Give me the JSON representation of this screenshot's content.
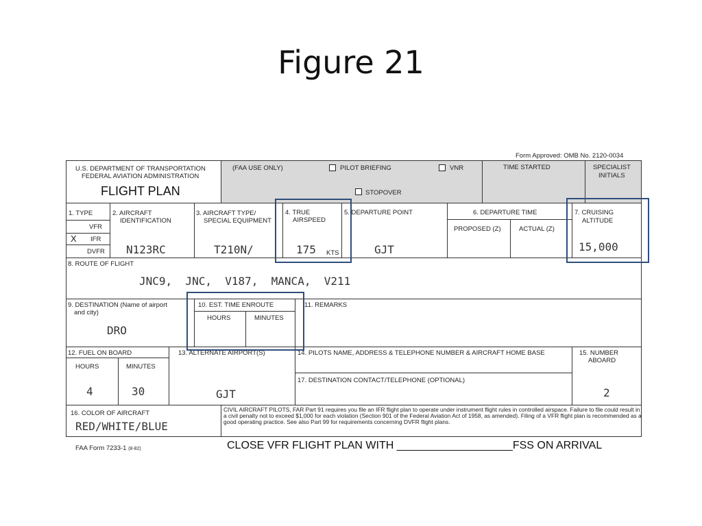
{
  "slide": {
    "title": "Figure 21"
  },
  "form": {
    "approval": "Form Approved: OMB No. 2120-0034",
    "header": {
      "dept": "U.S. DEPARTMENT OF TRANSPORTATION",
      "agency": "FEDERAL AVIATION ADMINISTRATION",
      "title": "FLIGHT PLAN",
      "faa_use": "(FAA USE ONLY)",
      "pilot_briefing": "PILOT BRIEFING",
      "vnr": "VNR",
      "stopover": "STOPOVER",
      "time_started": "TIME STARTED",
      "specialist": "SPECIALIST",
      "initials": "INITIALS"
    },
    "row1": {
      "type_label": "1. TYPE",
      "types": [
        "VFR",
        "IFR",
        "DVFR"
      ],
      "type_mark": "X",
      "aircraft_id_label_1": "2. AIRCRAFT",
      "aircraft_id_label_2": "IDENTIFICATION",
      "aircraft_id": "N123RC",
      "aircraft_type_label_1": "3. AIRCRAFT TYPE/",
      "aircraft_type_label_2": "SPECIAL EQUIPMENT",
      "aircraft_type": "T210N/",
      "airspeed_label_1": "4. TRUE",
      "airspeed_label_2": "AIRSPEED",
      "airspeed": "175",
      "airspeed_unit": "KTS",
      "departure_label": "5. DEPARTURE POINT",
      "departure": "GJT",
      "dep_time_label": "6. DEPARTURE TIME",
      "proposed": "PROPOSED (Z)",
      "actual": "ACTUAL (Z)",
      "altitude_label_1": "7. CRUISING",
      "altitude_label_2": "ALTITUDE",
      "altitude": "15,000"
    },
    "route": {
      "label": "8. ROUTE OF FLIGHT",
      "value": "JNC9,  JNC,  V187,  MANCA,  V211"
    },
    "row3": {
      "dest_label_1": "9. DESTINATION (Name of airport",
      "dest_label_2": "and city)",
      "destination": "DRO",
      "ete_label": "10. EST. TIME ENROUTE",
      "hours": "HOURS",
      "minutes": "MINUTES",
      "remarks_label": "11. REMARKS"
    },
    "row4": {
      "fuel_label": "12. FUEL ON BOARD",
      "fuel_hours_label": "HOURS",
      "fuel_minutes_label": "MINUTES",
      "fuel_hours": "4",
      "fuel_minutes": "30",
      "alternate_label": "13. ALTERNATE AIRPORT(S)",
      "alternate": "GJT",
      "pilot_label": "14. PILOTS NAME, ADDRESS & TELEPHONE NUMBER & AIRCRAFT HOME BASE",
      "dest_contact_label": "17. DESTINATION CONTACT/TELEPHONE (OPTIONAL)",
      "number_aboard_label_1": "15. NUMBER",
      "number_aboard_label_2": "ABOARD",
      "number_aboard": "2"
    },
    "row5": {
      "color_label": "16. COLOR OF AIRCRAFT",
      "color": "RED/WHITE/BLUE",
      "civil_text": "CIVIL AIRCRAFT PILOTS, FAR Part 91 requires you file an IFR flight plan to operate under instrument flight rules in controlled airspace. Failure to file could result in a civil penalty not to exceed $1,000 for each violation (Section 901 of the Federal Aviation Act of 1958, as amended). Filing of a VFR flight plan is recommended as a good operating practice. See also Part 99 for requirements concerning DVFR flight plans."
    },
    "footer": {
      "form_number": "FAA Form 7233-1",
      "form_date": "(8-82)",
      "close_text": "CLOSE VFR FLIGHT PLAN WITH ___________________FSS ON ARRIVAL"
    }
  },
  "colors": {
    "highlight": "#2e4d7b",
    "shaded": "#d9d9d9"
  }
}
